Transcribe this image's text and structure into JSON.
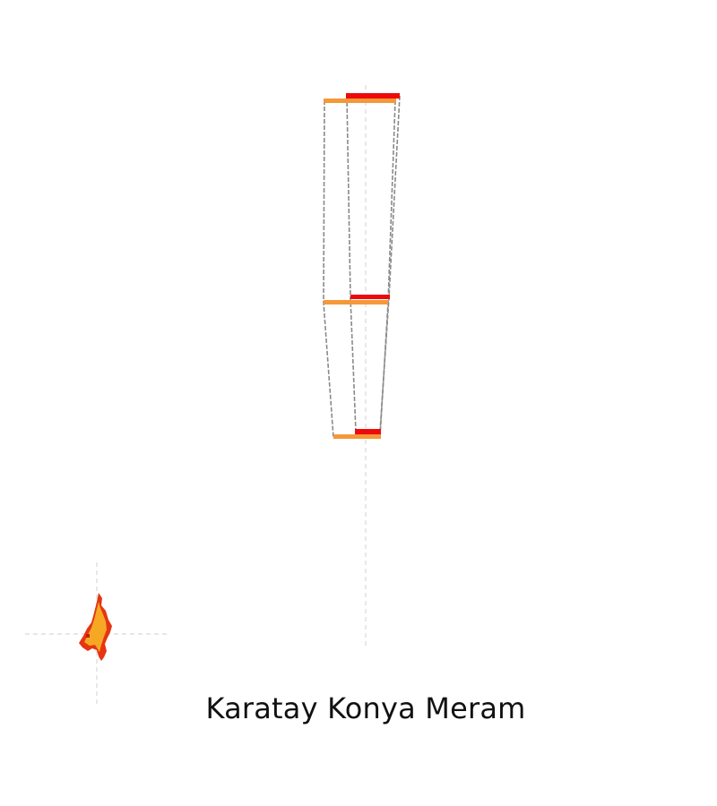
{
  "caption": "Karatay Konya Meram",
  "colors": {
    "background": "#ffffff",
    "orange_bar": "#f4983a",
    "red_bar": "#ee0a0a",
    "outline": "#8a8a8a",
    "guide": "#d8d8d8",
    "map_fill": "#f6a825",
    "map_edge": "#e63512"
  },
  "diagram": {
    "type": "stacked-bar-tower",
    "levels": [
      {
        "orange_bar_visible": true,
        "red_bar_visible": true
      },
      {
        "orange_bar_visible": true,
        "red_bar_visible": true
      },
      {
        "orange_bar_visible": true,
        "red_bar_visible": true
      }
    ]
  },
  "locator": {
    "icon": "region-locator-map",
    "crosshair": true
  }
}
